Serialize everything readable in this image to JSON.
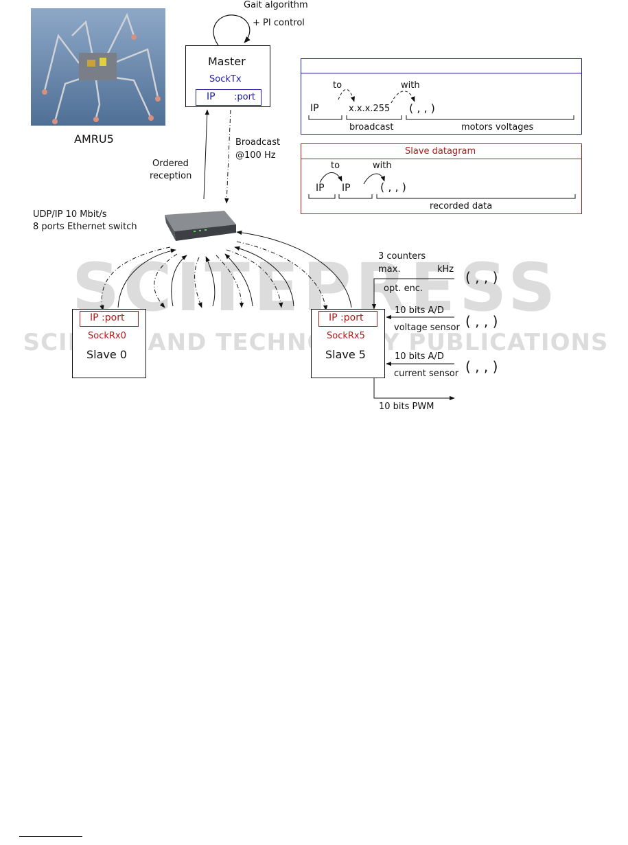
{
  "photo": {
    "caption": "AMRU5"
  },
  "master": {
    "loop_label_1": "Gait algorithm",
    "loop_label_2": "+ PI control",
    "title": "Master",
    "socket": "SockTx",
    "ip": "IP",
    "port": ":port"
  },
  "links": {
    "ordered_1": "Ordered",
    "ordered_2": "reception",
    "broadcast_1": "Broadcast",
    "broadcast_2": "@100 Hz"
  },
  "switch": {
    "label_1": "UDP/IP 10 Mbit/s",
    "label_2": "8 ports Ethernet switch"
  },
  "master_datagram": {
    "to": "to",
    "with": "with",
    "ip": "IP",
    "broadcast_addr": "x.x.x.255",
    "tuple": "(   ,     ,                                    )",
    "brace_broadcast": "broadcast",
    "brace_motors": "motors voltages"
  },
  "slave_datagram": {
    "title": "Slave  datagram",
    "to": "to",
    "with": "with",
    "ip1": "IP",
    "ip2": "IP",
    "tuple": "(   ,     ,                                         )",
    "brace_recorded": "recorded data"
  },
  "slave0": {
    "ip_port": "IP :port",
    "socket": "SockRx0",
    "title": "Slave 0"
  },
  "slave5": {
    "ip_port": "IP :port",
    "socket": "SockRx5",
    "title": "Slave 5"
  },
  "sensors": {
    "counters": "3 counters",
    "max": "max.",
    "khz": "kHz",
    "opt_enc": "opt. enc.",
    "ad1": "10 bits A/D",
    "voltage": "voltage sensor",
    "ad2": "10 bits A/D",
    "current": "current sensor",
    "pwm": "10 bits PWM",
    "tuple1": "(    ,      ,      )",
    "tuple2": "(     ,        ,       )",
    "tuple3": "(    ,      ,      )"
  },
  "watermark": {
    "big": "SCITEPRESS",
    "small": "SCIENCE AND TECHNOLOGY PUBLICATIONS"
  }
}
